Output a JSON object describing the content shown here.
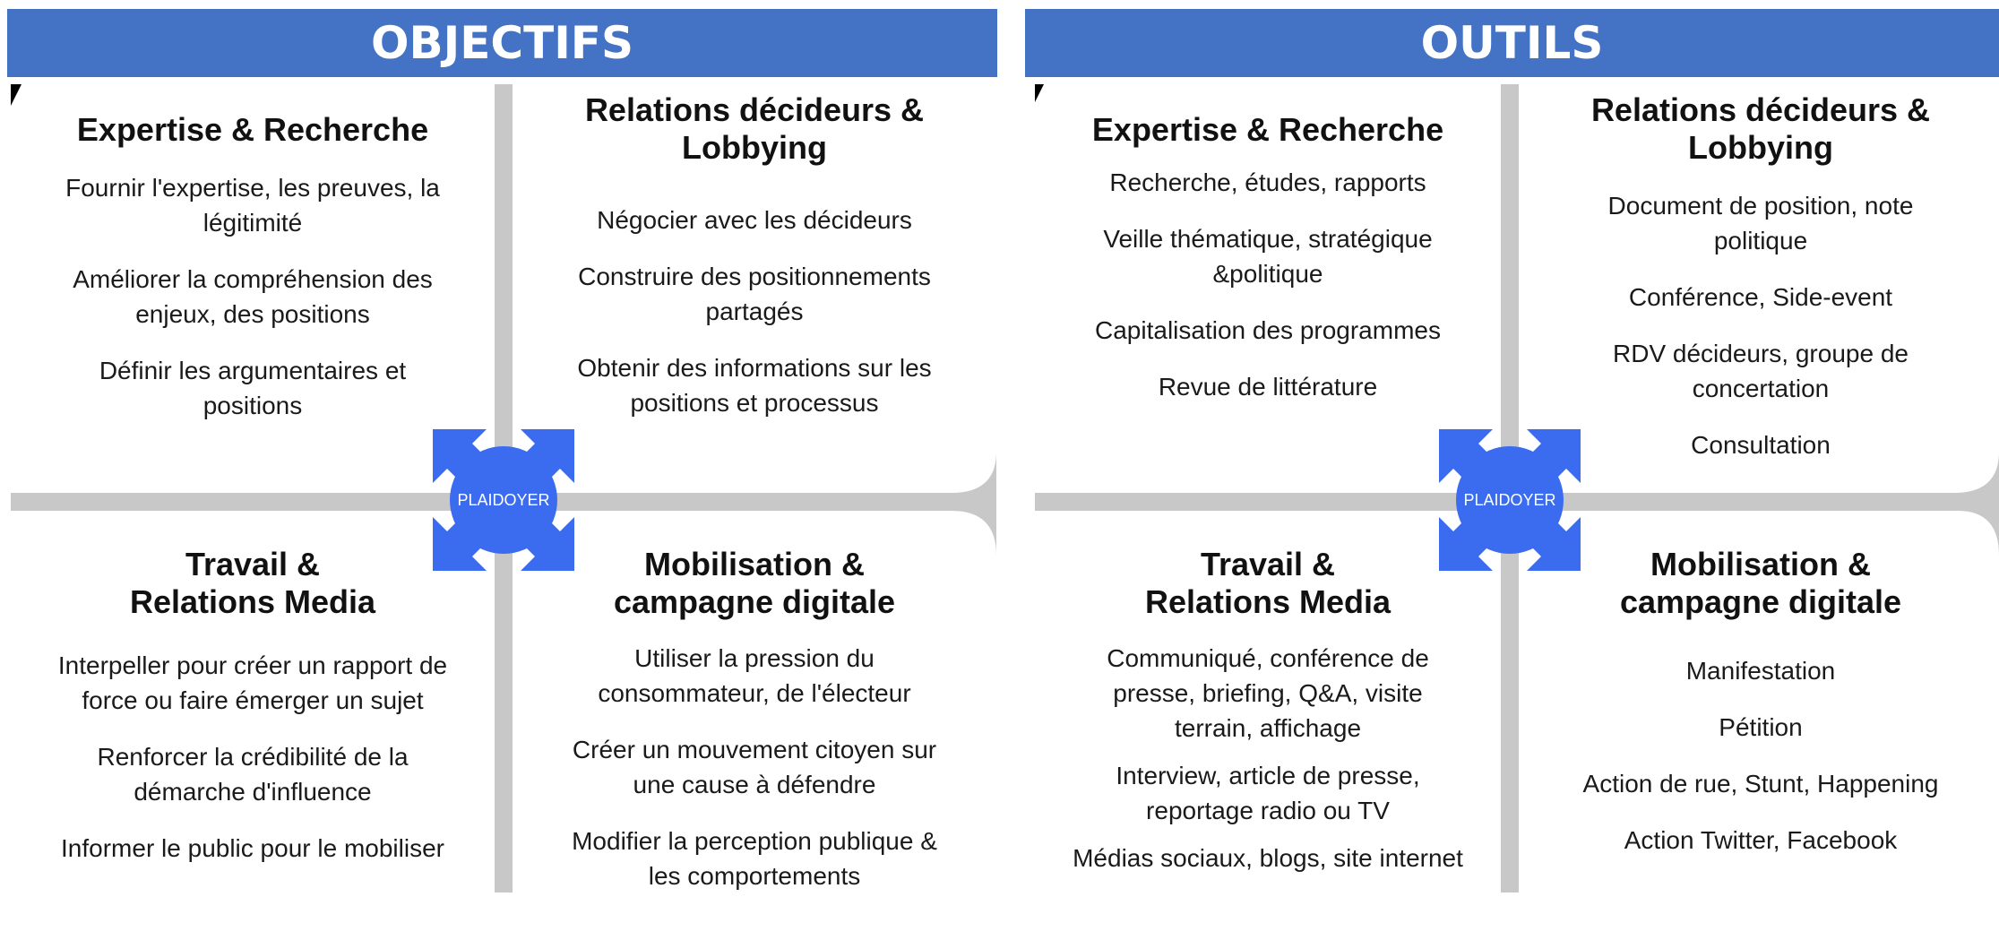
{
  "headers": {
    "left": "OBJECTIFS",
    "right": "OUTILS"
  },
  "center_label": "PLAIDOYER",
  "colors": {
    "banner": "#4472c4",
    "hub": "#3b6cf0",
    "divider": "#c8c8c8"
  },
  "objectifs": {
    "tl": {
      "title": "Expertise & Recherche",
      "items": [
        "Fournir l'expertise, les preuves, la légitimité",
        "Améliorer la compréhension des enjeux, des positions",
        "Définir les argumentaires et positions"
      ]
    },
    "tr": {
      "title": "Relations décideurs & Lobbying",
      "items": [
        "Négocier avec les décideurs",
        "Construire des positionnements partagés",
        "Obtenir des informations sur les positions et processus"
      ]
    },
    "bl": {
      "title": "Travail & Relations Media",
      "items": [
        "Interpeller pour créer un rapport de force ou faire émerger un sujet",
        "Renforcer la crédibilité de la démarche d'influence",
        "Informer le public pour le mobiliser"
      ]
    },
    "br": {
      "title": "Mobilisation & campagne digitale",
      "items": [
        "Utiliser la pression du consommateur, de l'électeur",
        "Créer un mouvement citoyen sur une cause à défendre",
        "Modifier la perception publique & les comportements"
      ]
    }
  },
  "outils": {
    "tl": {
      "title": "Expertise & Recherche",
      "items": [
        "Recherche, études, rapports",
        "Veille thématique, stratégique &politique",
        "Capitalisation des programmes",
        "Revue de littérature"
      ]
    },
    "tr": {
      "title": "Relations décideurs & Lobbying",
      "items": [
        "Document de position, note politique",
        "Conférence, Side-event",
        "RDV décideurs, groupe de concertation",
        "Consultation"
      ]
    },
    "bl": {
      "title": "Travail & Relations Media",
      "items": [
        "Communiqué, conférence de presse, briefing, Q&A, visite terrain, affichage",
        "Interview, article de presse, reportage radio ou TV",
        "Médias sociaux, blogs, site internet"
      ]
    },
    "br": {
      "title": "Mobilisation & campagne digitale",
      "items": [
        "Manifestation",
        "Pétition",
        "Action de rue, Stunt, Happening",
        "Action Twitter, Facebook"
      ]
    }
  }
}
